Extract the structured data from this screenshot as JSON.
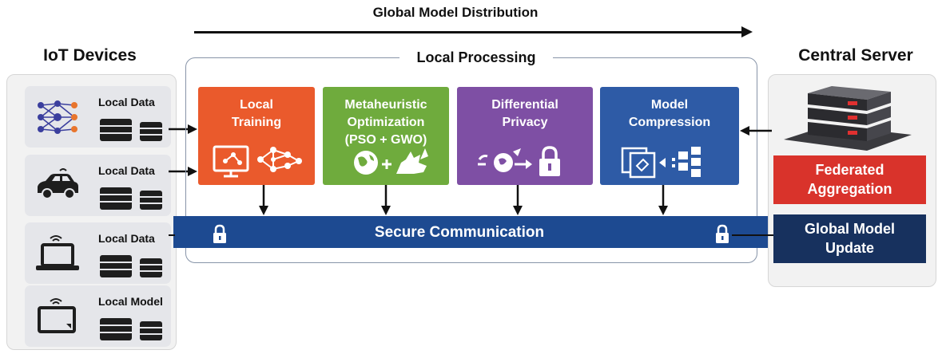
{
  "distribution": {
    "label": "Global Model Distribution"
  },
  "iot": {
    "title": "IoT Devices",
    "devices": [
      {
        "icon": "neural-network-icon",
        "label": "Local Data"
      },
      {
        "icon": "car-icon",
        "label": "Local Data"
      },
      {
        "icon": "laptop-icon",
        "label": "Local Data"
      },
      {
        "icon": "tablet-icon",
        "label": "Local Model"
      }
    ]
  },
  "processing": {
    "title": "Local Processing",
    "cards": [
      {
        "title": "Local\nTraining",
        "color": "#ea5a2c",
        "icon": "training-network-icon"
      },
      {
        "title": "Metaheuristic\nOptimization\n(PSO + GWO)",
        "color": "#6fab3d",
        "icon": "globe-wolf-icon"
      },
      {
        "title": "Differential\nPrivacy",
        "color": "#7e4fa4",
        "icon": "privacy-lock-icon"
      },
      {
        "title": "Model\nCompression",
        "color": "#2e5ba6",
        "icon": "compression-icon"
      }
    ],
    "secure": {
      "label": "Secure Communication",
      "color": "#1d4a91"
    }
  },
  "server": {
    "title": "Central Server",
    "aggregation": {
      "label": "Federated\nAggregation",
      "color": "#d9332b"
    },
    "update": {
      "label": "Global Model\nUpdate",
      "color": "#17315e"
    }
  }
}
